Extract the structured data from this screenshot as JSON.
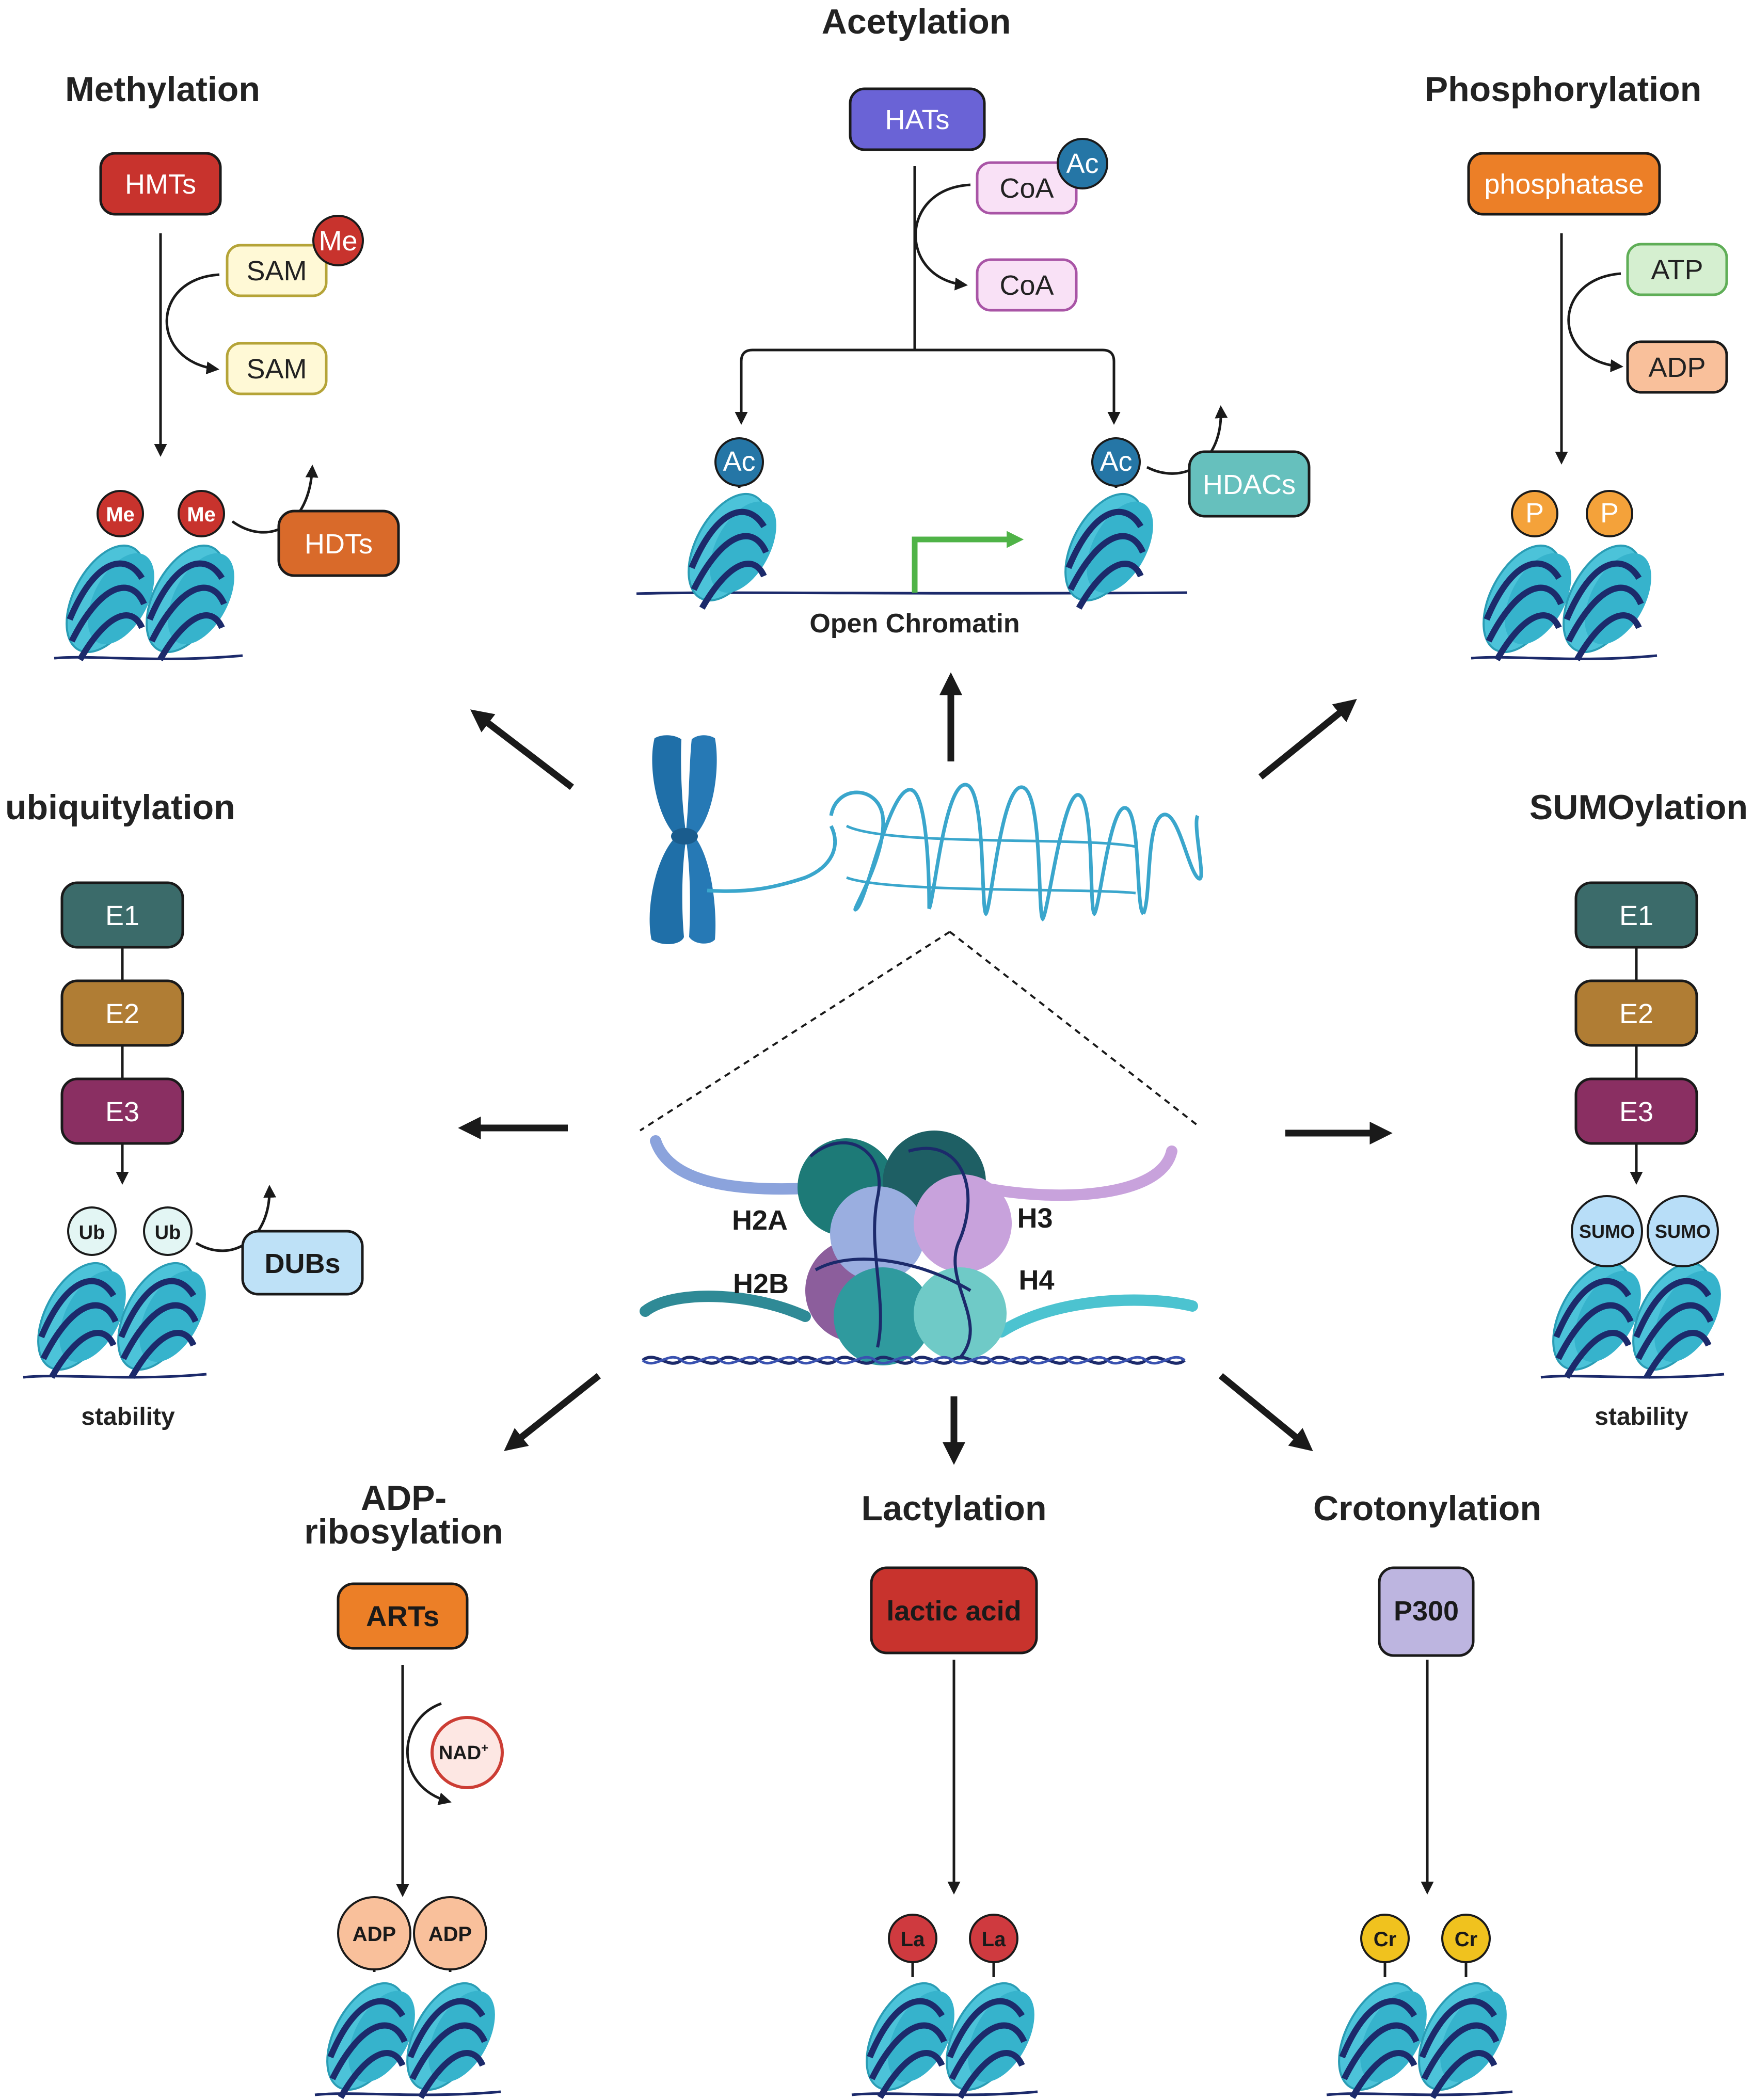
{
  "colors": {
    "nucleosome": "#4cc3d9",
    "dna_wrap": "#1c2a6b",
    "arrow": "#1a1a1a",
    "hmts": "#c8332d",
    "sam": "#fff9d6",
    "sam_border": "#b5a438",
    "me": "#c8332d",
    "hdts": "#d96a2a",
    "hats": "#6a63d6",
    "coa": "#f9e1f6",
    "coa_border": "#a955a6",
    "ac": "#2576a6",
    "hdacs": "#66c0bd",
    "start_arrow": "#4fb347",
    "phosphatase": "#ec7f27",
    "atp": "#d5efd0",
    "atp_border": "#5fae57",
    "adp_box": "#f9c09b",
    "p": "#f4a23a",
    "e1": "#3b6b6a",
    "e2": "#b07d34",
    "e3": "#8a2f62",
    "ub": "#e3f6f4",
    "dubs": "#bee1f7",
    "sumo": "#b8def8",
    "arts": "#ec7f27",
    "nad": "#fde7e3",
    "nad_border": "#cc3d34",
    "adp_bead": "#f9c09b",
    "lactic": "#c8332d",
    "la": "#cf3a3f",
    "p300": "#bdb5e0",
    "cr": "#f0c21e",
    "chromosome": "#1f6fa8",
    "chromatin": "#3aa6cc",
    "h2a": "#9aaee0",
    "h2b": "#8c5e9c",
    "h3": "#c8a2dc",
    "h4": "#3eadaf",
    "octamer_dark": "#1d7a77"
  },
  "methylation": {
    "title": "Methylation",
    "enzyme": "HMTs",
    "donor": "SAM",
    "product": "SAM",
    "mark": "Me",
    "eraser": "HDTs"
  },
  "acetylation": {
    "title": "Acetylation",
    "enzyme": "HATs",
    "donor": "CoA",
    "product": "CoA",
    "mark": "Ac",
    "eraser": "HDACs",
    "caption": "Open Chromatin"
  },
  "phosphorylation": {
    "title": "Phosphorylation",
    "enzyme": "phosphatase",
    "donor": "ATP",
    "product": "ADP",
    "mark": "P"
  },
  "ubiquitylation": {
    "title": "ubiquitylation",
    "e1": "E1",
    "e2": "E2",
    "e3": "E3",
    "mark": "Ub",
    "eraser": "DUBs",
    "caption": "stability"
  },
  "sumoylation": {
    "title": "SUMOylation",
    "e1": "E1",
    "e2": "E2",
    "e3": "E3",
    "mark": "SUMO",
    "caption": "stability"
  },
  "adp_ribosylation": {
    "title_line1": "ADP-",
    "title_line2": "ribosylation",
    "enzyme": "ARTs",
    "cofactor": "NAD",
    "cofactor_sup": "+",
    "mark": "ADP"
  },
  "lactylation": {
    "title": "Lactylation",
    "enzyme": "lactic acid",
    "mark": "La"
  },
  "crotonylation": {
    "title": "Crotonylation",
    "enzyme": "P300",
    "mark": "Cr"
  },
  "histones": {
    "h2a": "H2A",
    "h2b": "H2B",
    "h3": "H3",
    "h4": "H4"
  }
}
